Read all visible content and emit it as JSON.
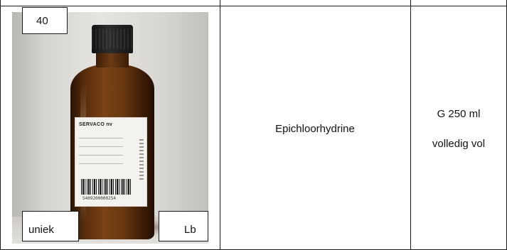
{
  "row": {
    "number": "40",
    "photo_labels": {
      "bottom_left": "uniek",
      "bottom_right": "Lb"
    },
    "product_name": "Epichloorhydrine",
    "container": "G 250 ml",
    "fill_state": "volledig vol"
  },
  "bottle_label": {
    "brand": "SERVACO nv",
    "barcode_number": "5409200000254"
  },
  "colors": {
    "border": "#1a1a1a",
    "bottle_glass": "#7a4214",
    "cap": "#111111"
  }
}
